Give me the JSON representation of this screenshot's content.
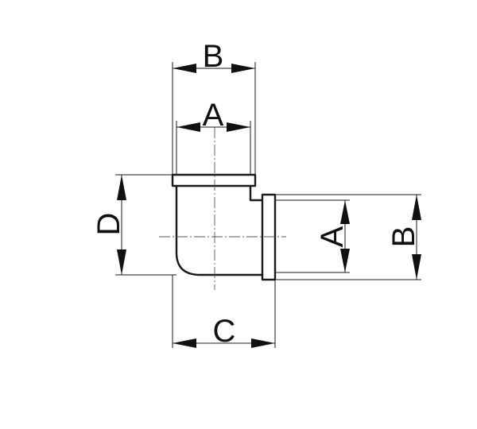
{
  "labels": {
    "top_b": "B",
    "top_a": "A",
    "left_d": "D",
    "bottom_c": "C",
    "right_a": "A",
    "right_b": "B"
  }
}
